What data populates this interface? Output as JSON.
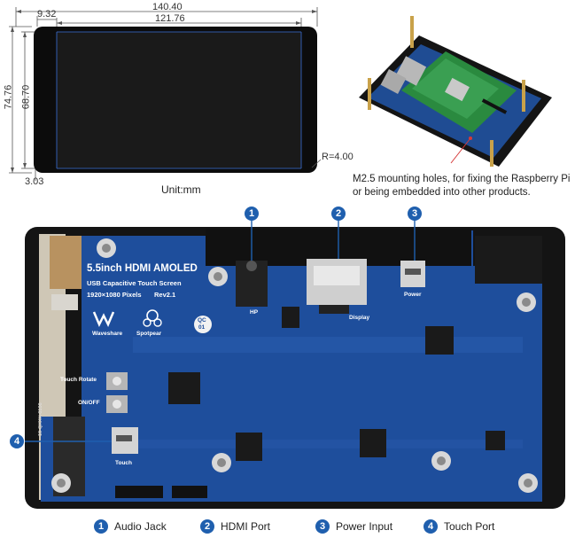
{
  "dimensions": {
    "overall_width": "140.40",
    "left_offset": "9.32",
    "active_width": "121.76",
    "overall_height": "74.76",
    "active_height": "68.70",
    "bottom_offset": "3.03",
    "corner_radius": "R=4.00",
    "unit": "Unit:mm"
  },
  "mounting_note": {
    "line1": "M2.5 mounting holes, for fixing the Raspberry Pi",
    "line2": "or being embedded into other products."
  },
  "board": {
    "title": "5.5inch HDMI AMOLED",
    "subtitle": "USB Capacitive Touch Screen",
    "resolution": "1920×1080 Pixels",
    "revision": "Rev2.1",
    "brand1": "Waveshare",
    "brand2": "Spotpear",
    "qc_line1": "QC",
    "qc_line2": "01",
    "hp_label": "HP",
    "display_label": "Display",
    "power_label": "Power",
    "touch_rotate_label": "Touch Rotate",
    "onoff_label": "ON/OFF",
    "touch_label": "Touch",
    "side_code": "18-QXXH-0106"
  },
  "legend": [
    {
      "num": "1",
      "label": "Audio Jack"
    },
    {
      "num": "2",
      "label": "HDMI Port"
    },
    {
      "num": "3",
      "label": "Power Input"
    },
    {
      "num": "4",
      "label": "Touch Port"
    }
  ],
  "colors": {
    "marker": "#1f5fae",
    "pcb": "#1e4e9c",
    "screen": "#121212",
    "dimension_line": "#3a6fd8",
    "leader_line": "#d63a3a"
  }
}
